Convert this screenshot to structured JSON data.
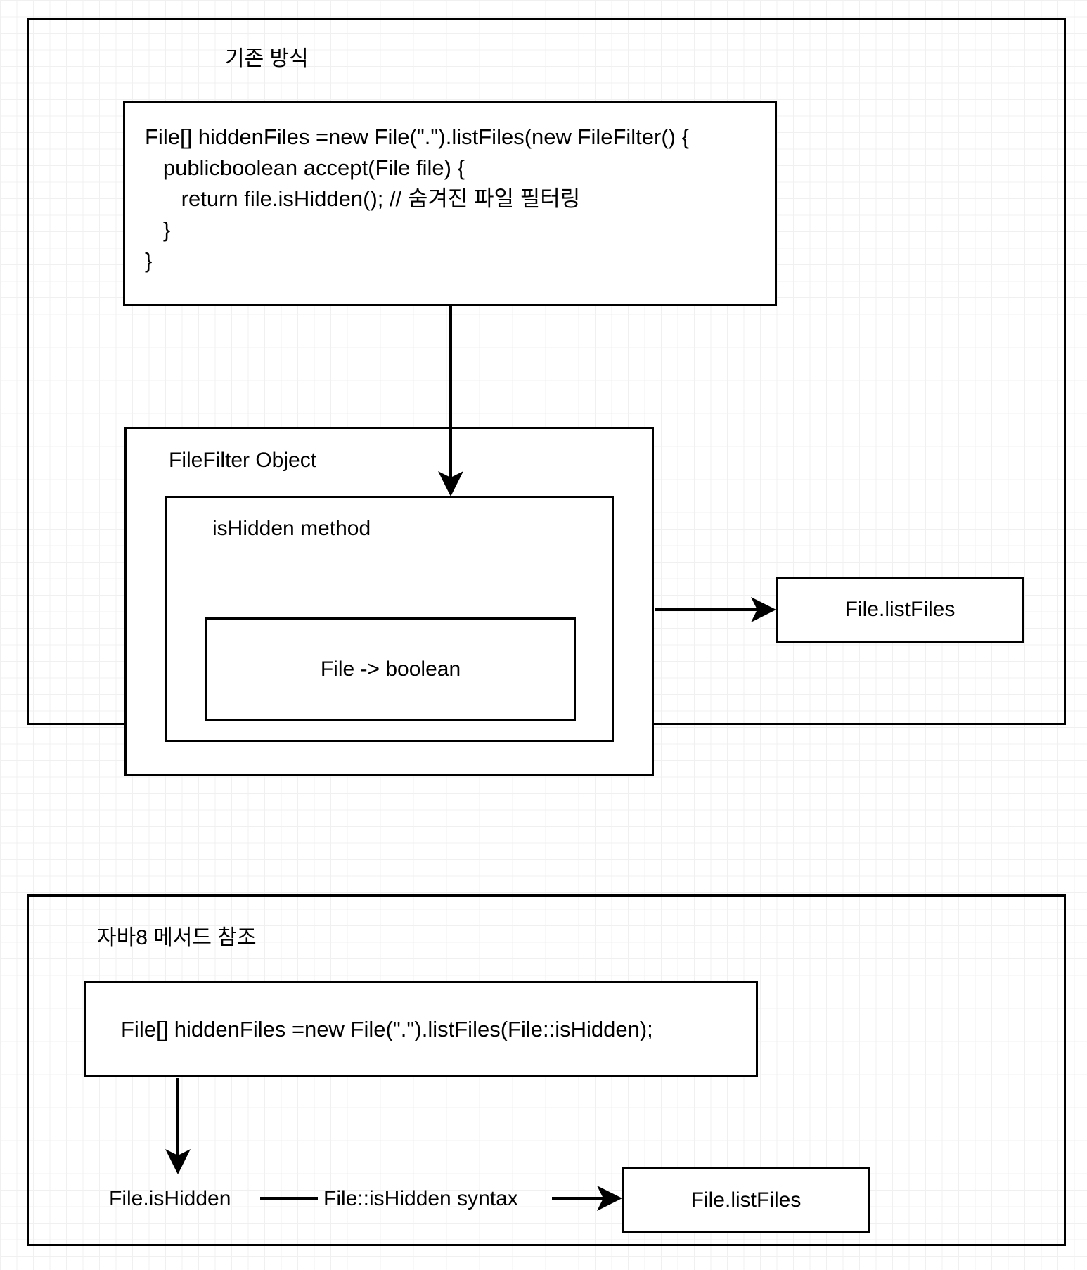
{
  "diagram": {
    "type": "flowchart",
    "background": "graph-paper-grid",
    "line_color": "#000000",
    "fill_color": "#ffffff"
  },
  "legacy_section": {
    "title": "기존 방식",
    "code_block": "File[] hiddenFiles =new File(\".\").listFiles(new FileFilter() {\n   publicboolean accept(File file) {\n      return file.isHidden(); // 숨겨진 파일 필터링\n   }\n}",
    "filefilter_label": "FileFilter Object",
    "ishidden_label": "isHidden method",
    "signature_label": "File -> boolean",
    "listfiles_label": "File.listFiles"
  },
  "java8_section": {
    "title": "자바8 메서드 참조",
    "code_block": "File[] hiddenFiles =new File(\".\").listFiles(File::isHidden);",
    "source_label": "File.isHidden",
    "edge_label": "File::isHidden syntax",
    "target_label": "File.listFiles"
  }
}
